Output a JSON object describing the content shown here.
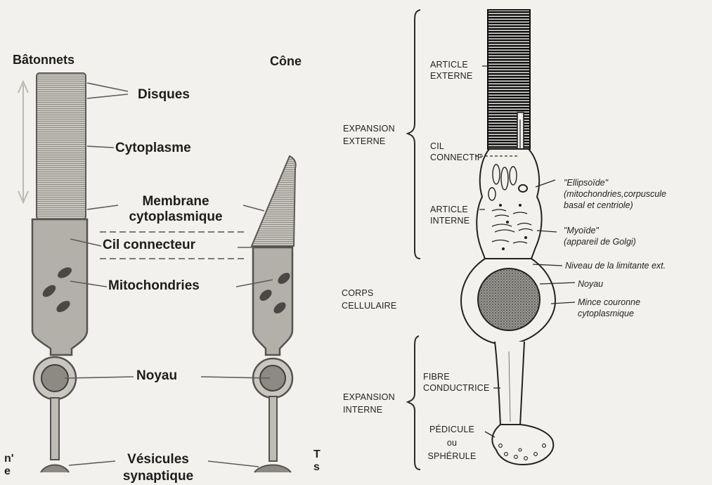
{
  "left": {
    "title_rod": "Bâtonnets",
    "title_cone": "Cône",
    "labels": {
      "disques": "Disques",
      "cytoplasme": "Cytoplasme",
      "membrane": "Membrane\ncytoplasmique",
      "cil": "Cil connecteur",
      "mitochondries": "Mitochondries",
      "noyau": "Noyau",
      "vesicules": "Vésicules\nsynaptique"
    },
    "edge_left": "n'\ne",
    "edge_right": "T\ns"
  },
  "right": {
    "region_labels": {
      "expansion_externe": "EXPANSION\nEXTERNE",
      "corps_cellulaire": "CORPS\nCELLULAIRE",
      "expansion_interne": "EXPANSION\nINTERNE"
    },
    "part_labels": {
      "article_externe": "ARTICLE\nEXTERNE",
      "cil_connectif": "CIL\nCONNECTIF",
      "article_interne": "ARTICLE\nINTERNE",
      "fibre_conductrice": "FIBRE\nCONDUCTRICE",
      "pedicule": "PÉDICULE\nou\nSPHÉRULE"
    },
    "annotations": {
      "ellipsoide": "\"Ellipsoïde\"\n(mitochondries,corpuscule\nbasal et centriole)",
      "myoide": "\"Myoïde\"\n(appareil de Golgi)",
      "niveau": "Niveau de la limitante ext.",
      "noyau": "Noyau",
      "couronne": "Mince couronne\ncytoplasmique"
    }
  }
}
